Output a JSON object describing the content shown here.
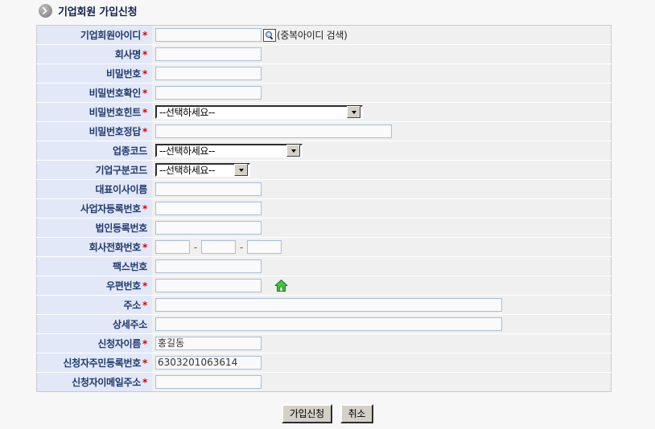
{
  "header": {
    "icon": "chevron-circle-icon",
    "title": "기업회원 가입신청"
  },
  "form": {
    "required_marker": "*",
    "select_placeholder": "--선택하세요--",
    "dup_search_note": "(중복아이디 검색)",
    "dup_search_icon": "search-icon",
    "postcode_icon": "home-icon",
    "tel_separator": "-",
    "rows": [
      {
        "label": "기업회원아이디",
        "required": true,
        "control": "text-search",
        "value": ""
      },
      {
        "label": "회사명",
        "required": true,
        "control": "text-std",
        "value": ""
      },
      {
        "label": "비밀번호",
        "required": true,
        "control": "text-std",
        "value": ""
      },
      {
        "label": "비밀번호확인",
        "required": true,
        "control": "text-std",
        "value": ""
      },
      {
        "label": "비밀번호힌트",
        "required": true,
        "control": "select-lg",
        "value": "--선택하세요--"
      },
      {
        "label": "비밀번호정답",
        "required": true,
        "control": "text-mid",
        "value": ""
      },
      {
        "label": "업종코드",
        "required": false,
        "control": "select-md",
        "value": "--선택하세요--"
      },
      {
        "label": "기업구분코드",
        "required": false,
        "control": "select-sm",
        "value": "--선택하세요--"
      },
      {
        "label": "대표이사이름",
        "required": false,
        "control": "text-std",
        "value": ""
      },
      {
        "label": "사업자등록번호",
        "required": true,
        "control": "text-std",
        "value": ""
      },
      {
        "label": "법인등록번호",
        "required": false,
        "control": "text-std",
        "value": ""
      },
      {
        "label": "회사전화번호",
        "required": true,
        "control": "tel",
        "value": [
          "",
          "",
          ""
        ]
      },
      {
        "label": "팩스번호",
        "required": false,
        "control": "text-std",
        "value": ""
      },
      {
        "label": "우편번호",
        "required": true,
        "control": "text-postcode",
        "value": ""
      },
      {
        "label": "주소",
        "required": true,
        "control": "text-wide",
        "value": ""
      },
      {
        "label": "상세주소",
        "required": false,
        "control": "text-wide",
        "value": ""
      },
      {
        "label": "신청자이름",
        "required": true,
        "control": "text-std",
        "value": "홍길동"
      },
      {
        "label": "신청자주민등록번호",
        "required": true,
        "control": "text-std",
        "value": "6303201063614"
      },
      {
        "label": "신청자이메일주소",
        "required": true,
        "control": "text-std",
        "value": ""
      }
    ]
  },
  "buttons": {
    "submit": "가입신청",
    "cancel": "취소"
  },
  "colors": {
    "label_bg": "#e2e8f8",
    "value_bg": "#f0f0f0",
    "label_text": "#1f3a6e",
    "required": "#dd0000",
    "input_border": "#a8bdd4",
    "page_bg": "#f7f7f7"
  }
}
